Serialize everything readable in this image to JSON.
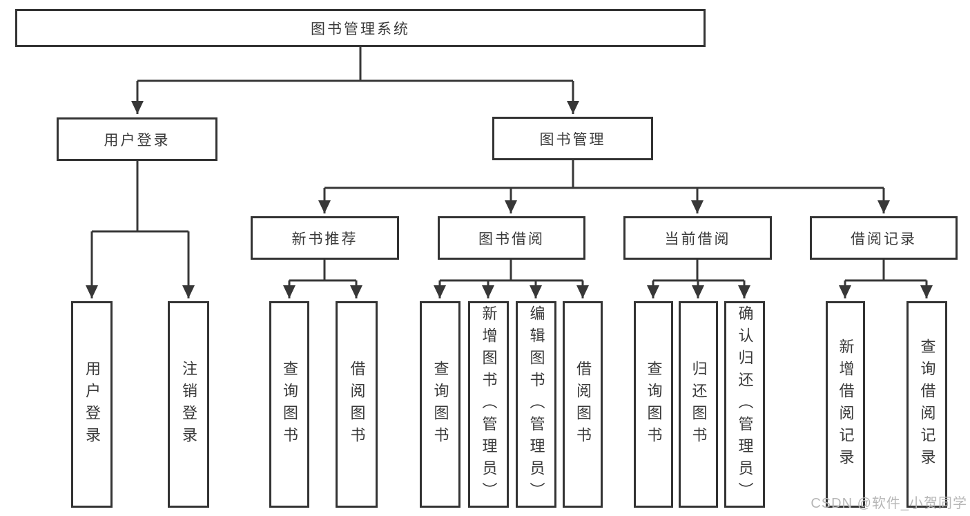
{
  "diagram": {
    "root": {
      "label": "图书管理系统"
    },
    "level2": {
      "user_login": {
        "label": "用户登录"
      },
      "book_mgmt": {
        "label": "图书管理"
      }
    },
    "level3": {
      "new_books": {
        "label": "新书推荐"
      },
      "book_borrow": {
        "label": "图书借阅"
      },
      "current_borrow": {
        "label": "当前借阅"
      },
      "borrow_records": {
        "label": "借阅记录"
      }
    },
    "leaves": {
      "user_login": [
        "用户登录",
        "注销登录"
      ],
      "new_books": [
        "查询图书",
        "借阅图书"
      ],
      "book_borrow": [
        "查询图书",
        "新增图书（管理员）",
        "编辑图书（管理员）",
        "借阅图书"
      ],
      "current_borrow": [
        "查询图书",
        "归还图书",
        "确认归还（管理员）"
      ],
      "borrow_records": [
        "新增借阅记录",
        "查询借阅记录"
      ]
    },
    "watermark": "CSDN @软件_小贺同学",
    "colors": {
      "line": "#373737",
      "box_border": "#333333",
      "text": "#3a3a3a",
      "watermark": "#b7b7b7",
      "background": "#ffffff"
    }
  }
}
